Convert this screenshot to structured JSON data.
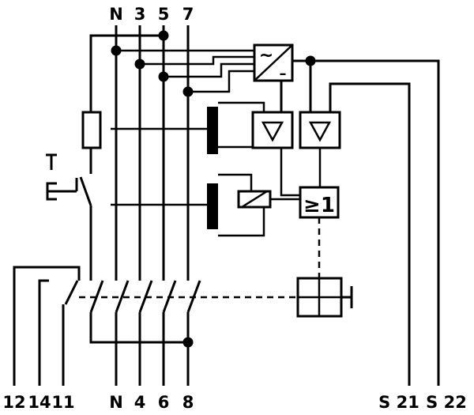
{
  "terminals_top": [
    "N",
    "3",
    "5",
    "7"
  ],
  "terminals_bottom": [
    "12",
    "14",
    "11",
    "N",
    "4",
    "6",
    "8",
    "S 21",
    "S 22"
  ],
  "converter_symbols": {
    "ac": "~",
    "dc": "–"
  },
  "logic_gate_label": "≥1",
  "colors": {
    "line": "#000000",
    "background": "#ffffff"
  },
  "icons": [
    "test-button-icon",
    "amplifier-icon",
    "relay-coil-icon",
    "current-transformer-icon",
    "tripping-mechanism-icon",
    "contact-switch-icon"
  ]
}
